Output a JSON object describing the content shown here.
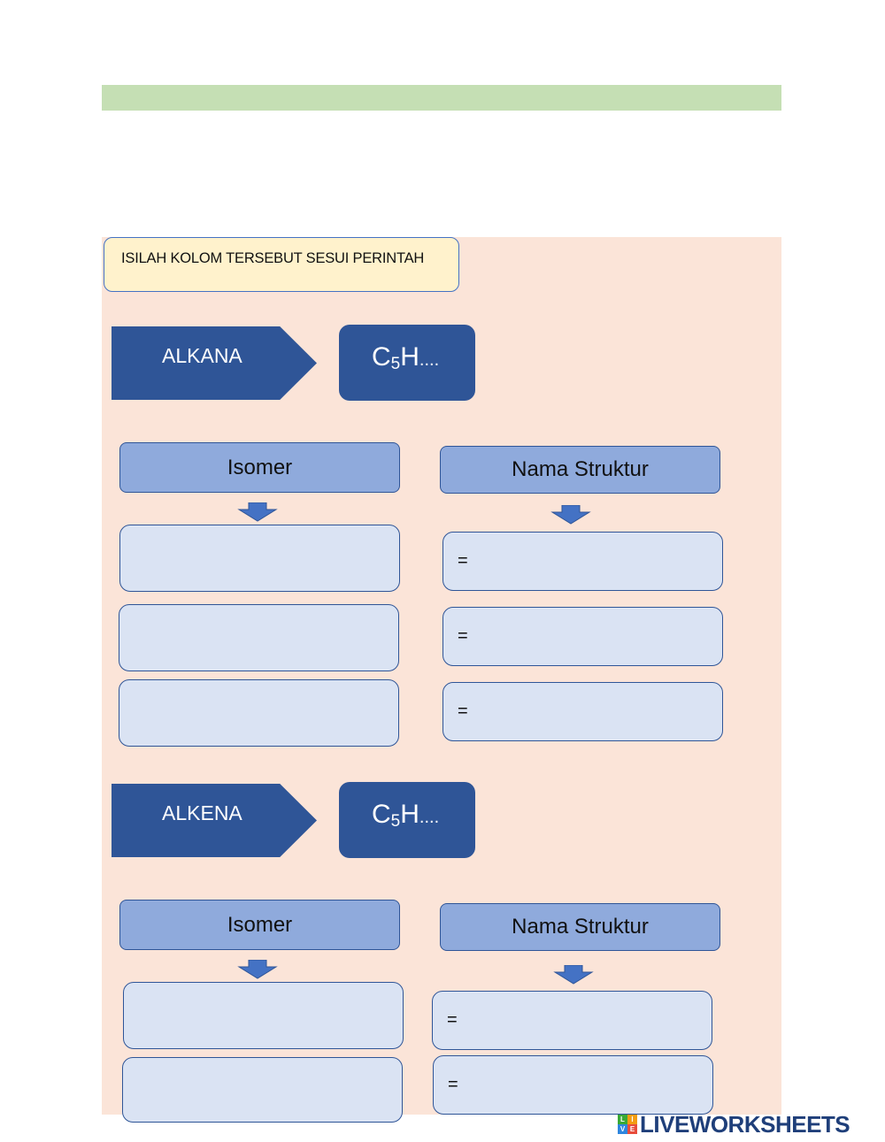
{
  "instruction": "ISILAH KOLOM TERSEBUT SESUI PERINTAH",
  "sections": [
    {
      "label": "ALKANA",
      "formula": {
        "c": "C",
        "sub": "5",
        "h": "H",
        "dots": "...."
      },
      "isomer_header": "Isomer",
      "nama_header": "Nama Struktur",
      "answer_prefixes": [
        "=",
        "=",
        "="
      ]
    },
    {
      "label": "ALKENA",
      "formula": {
        "c": "C",
        "sub": "5",
        "h": "H",
        "dots": "...."
      },
      "isomer_header": "Isomer",
      "nama_header": "Nama Struktur",
      "answer_prefixes": [
        "=",
        "="
      ]
    }
  ],
  "logo": {
    "text": "LIVEWORKSHEETS",
    "icon_letters": [
      "L",
      "I",
      "V",
      "E"
    ]
  },
  "colors": {
    "dark_blue": "#2f5597",
    "light_blue": "#8faadc",
    "box_fill": "#dae3f3",
    "panel": "#fbe4d8",
    "green_bar": "#c5dfb4",
    "instruction_fill": "#fff2cc"
  }
}
